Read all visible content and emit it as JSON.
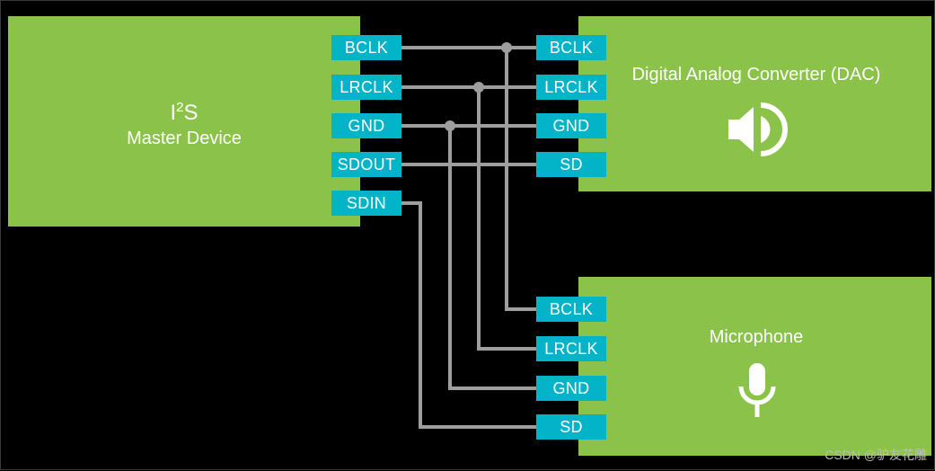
{
  "master": {
    "title_main": "I",
    "title_sup": "2",
    "title_tail": "S",
    "subtitle": "Master Device",
    "pins": [
      "BCLK",
      "LRCLK",
      "GND",
      "SDOUT",
      "SDIN"
    ]
  },
  "dac": {
    "title": "Digital Analog Converter (DAC)",
    "pins": [
      "BCLK",
      "LRCLK",
      "GND",
      "SD"
    ],
    "icon": "speaker-icon"
  },
  "mic": {
    "title": "Microphone",
    "pins": [
      "BCLK",
      "LRCLK",
      "GND",
      "SD"
    ],
    "icon": "microphone-icon"
  },
  "colors": {
    "block": "#8bc34a",
    "pin": "#03b4c8",
    "wire": "#9e9e9e",
    "background": "#000000"
  },
  "watermark": "CSDN @驴友花雕"
}
